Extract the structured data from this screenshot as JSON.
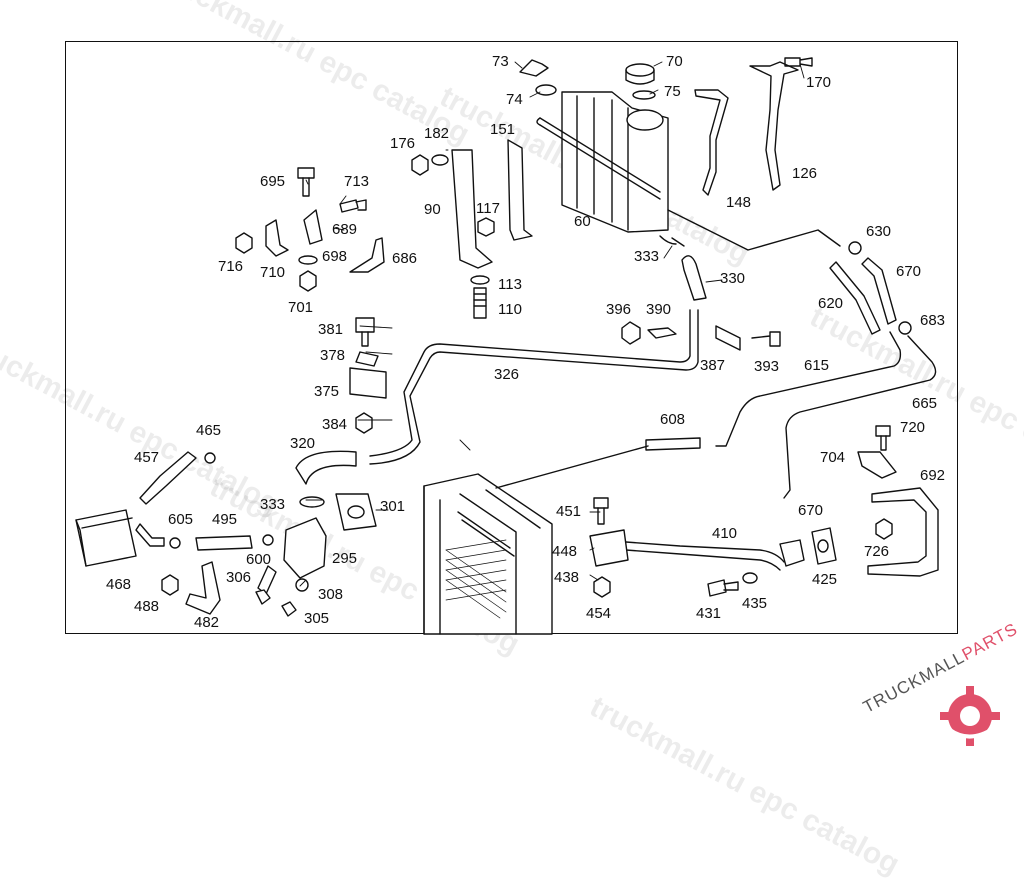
{
  "watermark": {
    "text": "truckmall.ru epc catalog",
    "color": "#000000"
  },
  "logo": {
    "text_main": "TRUCKMALL",
    "text_accent": "PARTS",
    "accent_color": "#e0506a",
    "icon": "gear-icon"
  },
  "callouts": [
    {
      "id": "c73",
      "label": "73"
    },
    {
      "id": "c70",
      "label": "70"
    },
    {
      "id": "c170",
      "label": "170"
    },
    {
      "id": "c74",
      "label": "74"
    },
    {
      "id": "c75",
      "label": "75"
    },
    {
      "id": "c151",
      "label": "151"
    },
    {
      "id": "c176",
      "label": "176"
    },
    {
      "id": "c182",
      "label": "182"
    },
    {
      "id": "c695",
      "label": "695"
    },
    {
      "id": "c713",
      "label": "713"
    },
    {
      "id": "c126",
      "label": "126"
    },
    {
      "id": "c148",
      "label": "148"
    },
    {
      "id": "c90",
      "label": "90"
    },
    {
      "id": "c117",
      "label": "117"
    },
    {
      "id": "c60",
      "label": "60"
    },
    {
      "id": "c689",
      "label": "689"
    },
    {
      "id": "c698",
      "label": "698"
    },
    {
      "id": "c686",
      "label": "686"
    },
    {
      "id": "c716",
      "label": "716"
    },
    {
      "id": "c710",
      "label": "710"
    },
    {
      "id": "c630",
      "label": "630"
    },
    {
      "id": "c333a",
      "label": "333"
    },
    {
      "id": "c330",
      "label": "330"
    },
    {
      "id": "c670a",
      "label": "670"
    },
    {
      "id": "c113",
      "label": "113"
    },
    {
      "id": "c701",
      "label": "701"
    },
    {
      "id": "c110",
      "label": "110"
    },
    {
      "id": "c620",
      "label": "620"
    },
    {
      "id": "c396",
      "label": "396"
    },
    {
      "id": "c390",
      "label": "390"
    },
    {
      "id": "c683",
      "label": "683"
    },
    {
      "id": "c381",
      "label": "381"
    },
    {
      "id": "c378",
      "label": "378"
    },
    {
      "id": "c387",
      "label": "387"
    },
    {
      "id": "c393",
      "label": "393"
    },
    {
      "id": "c615",
      "label": "615"
    },
    {
      "id": "c326",
      "label": "326"
    },
    {
      "id": "c375",
      "label": "375"
    },
    {
      "id": "c665",
      "label": "665"
    },
    {
      "id": "c608",
      "label": "608"
    },
    {
      "id": "c384",
      "label": "384"
    },
    {
      "id": "c720",
      "label": "720"
    },
    {
      "id": "c465",
      "label": "465"
    },
    {
      "id": "c320",
      "label": "320"
    },
    {
      "id": "c457",
      "label": "457"
    },
    {
      "id": "c704",
      "label": "704"
    },
    {
      "id": "c692",
      "label": "692"
    },
    {
      "id": "c333b",
      "label": "333"
    },
    {
      "id": "c301",
      "label": "301"
    },
    {
      "id": "c451",
      "label": "451"
    },
    {
      "id": "c670b",
      "label": "670"
    },
    {
      "id": "c605",
      "label": "605"
    },
    {
      "id": "c495",
      "label": "495"
    },
    {
      "id": "c410",
      "label": "410"
    },
    {
      "id": "c448",
      "label": "448"
    },
    {
      "id": "c600",
      "label": "600"
    },
    {
      "id": "c295",
      "label": "295"
    },
    {
      "id": "c726",
      "label": "726"
    },
    {
      "id": "c306",
      "label": "306"
    },
    {
      "id": "c438",
      "label": "438"
    },
    {
      "id": "c425",
      "label": "425"
    },
    {
      "id": "c468",
      "label": "468"
    },
    {
      "id": "c308",
      "label": "308"
    },
    {
      "id": "c435",
      "label": "435"
    },
    {
      "id": "c488",
      "label": "488"
    },
    {
      "id": "c454",
      "label": "454"
    },
    {
      "id": "c431",
      "label": "431"
    },
    {
      "id": "c305",
      "label": "305"
    },
    {
      "id": "c482",
      "label": "482"
    }
  ]
}
